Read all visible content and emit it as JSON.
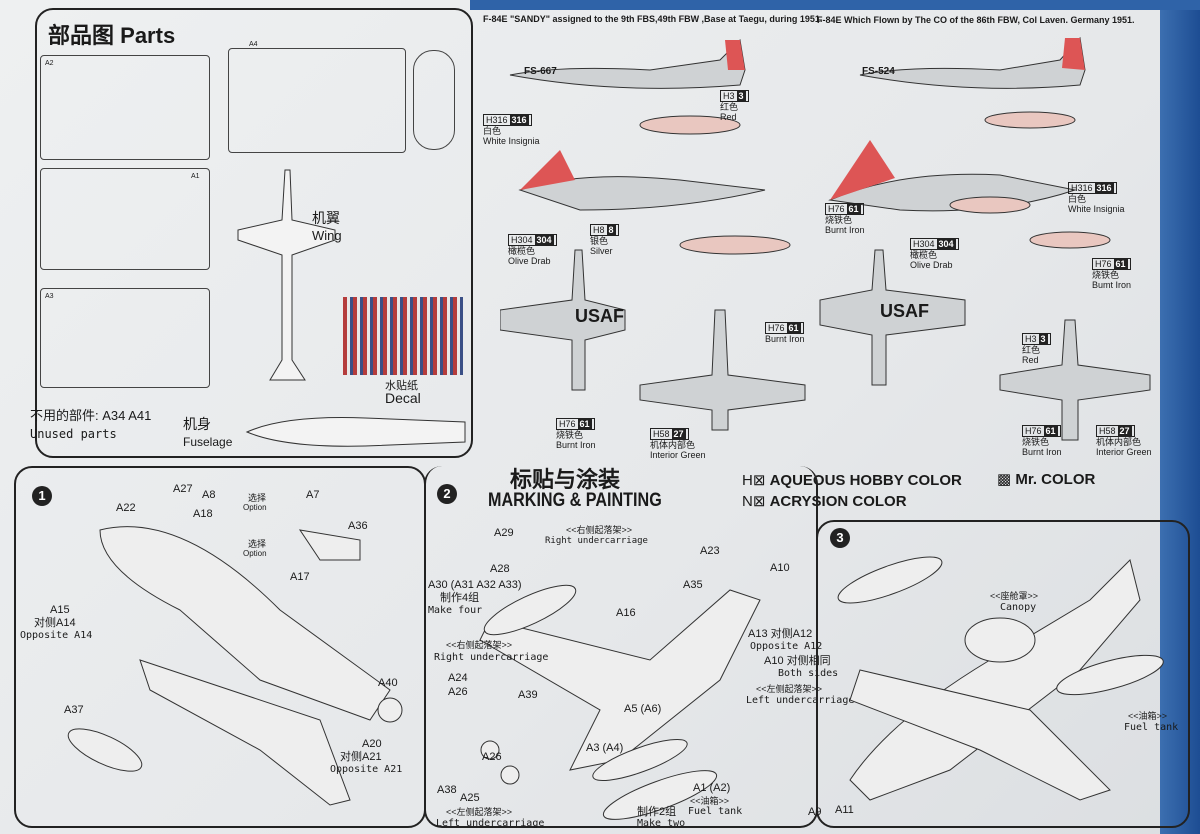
{
  "parts": {
    "title_cn": "部品图",
    "title_en": "Parts",
    "wing_cn": "机翼",
    "wing_en": "Wing",
    "fuselage_cn": "机身",
    "fuselage_en": "Fuselage",
    "decal_cn": "水贴纸",
    "decal_en": "Decal",
    "unused_cn": "不用的部件: A34 A41",
    "unused_en": "Unused parts",
    "sprues": [
      "A2",
      "A4",
      "A1",
      "A3"
    ]
  },
  "marking": {
    "caption_left": "F-84E \"SANDY\" assigned to the 9th FBS,49th FBW ,Base at Taegu, during 1951.",
    "caption_right": "F-84E Which Flown by The CO of the 86th FBW, Col Laven. Germany 1951.",
    "title_cn": "标贴与涂装",
    "title_en": "MARKING & PAINTING",
    "legend": [
      {
        "prefix": "H",
        "label": "AQUEOUS HOBBY COLOR"
      },
      {
        "prefix": "",
        "label": "Mr. COLOR"
      },
      {
        "prefix": "N",
        "label": "ACRYSION COLOR"
      }
    ],
    "callouts": [
      {
        "h": "316",
        "m": "316",
        "cn": "白色",
        "en": "White Insignia"
      },
      {
        "h": "3",
        "m": "3",
        "cn": "红色",
        "en": "Red"
      },
      {
        "h": "8",
        "m": "8",
        "cn": "银色",
        "en": "Silver"
      },
      {
        "h": "304",
        "m": "304",
        "cn": "橄榄色",
        "en": "Olive Drab"
      },
      {
        "h": "76",
        "m": "61",
        "cn": "烧铁色",
        "en": "Burnt Iron"
      },
      {
        "h": "58",
        "m": "27",
        "cn": "机体内部色",
        "en": "Interior Green"
      },
      {
        "h": "76",
        "m": "61",
        "cn": "",
        "en": "Burnt Iron"
      },
      {
        "h": "304",
        "m": "304",
        "cn": "橄榄色",
        "en": "Olive Drab"
      },
      {
        "h": "316",
        "m": "316",
        "cn": "白色",
        "en": "White Insignia"
      },
      {
        "h": "76",
        "m": "61",
        "cn": "烧铁色",
        "en": "Burnt Iron"
      },
      {
        "h": "76",
        "m": "61",
        "cn": "烧铁色",
        "en": "Bumt Iron"
      },
      {
        "h": "3",
        "m": "3",
        "cn": "红色",
        "en": "Red"
      },
      {
        "h": "76",
        "m": "61",
        "cn": "烧铁色",
        "en": "Burnt Iron"
      },
      {
        "h": "58",
        "m": "27",
        "cn": "机体内部色",
        "en": "Interior Green"
      }
    ],
    "serials": [
      "FS-667",
      "FS-524"
    ],
    "usaf": "USAF"
  },
  "step1": {
    "no": "1",
    "labels": [
      "A22",
      "A27",
      "A8",
      "A7",
      "A18",
      "选择",
      "Option",
      "选择",
      "Option",
      "A36",
      "A17",
      "A15",
      "对侧A14",
      "Opposite A14",
      "A37",
      "A40",
      "A20",
      "对侧A21",
      "Opposite A21"
    ]
  },
  "step2": {
    "no": "2",
    "labels": [
      "A29",
      "A28",
      "<<右侧起落架>>",
      "Right undercarriage",
      "A23",
      "A10",
      "A30 (A31 A32 A33)",
      "制作4组",
      "Make four",
      "A35",
      "A16",
      "<<右侧起落架>>",
      "Right undercarriage",
      "A13 对侧A12",
      "Opposite A12",
      "A10 对侧相同",
      "Both sides",
      "A24",
      "A26",
      "A39",
      "<<左侧起落架>>",
      "Left undercarriage",
      "A5 (A6)",
      "A3 (A4)",
      "A26",
      "A38",
      "A25",
      "<<左侧起落架>>",
      "Left undercarriage",
      "A1 (A2)",
      "<<油箱>>",
      "制作2组",
      "Make two",
      "Fuel tank"
    ]
  },
  "step3": {
    "no": "3",
    "labels": [
      "<<座舱罩>>",
      "Canopy",
      "<<油箱>>",
      "Fuel tank",
      "A9",
      "A11"
    ]
  }
}
